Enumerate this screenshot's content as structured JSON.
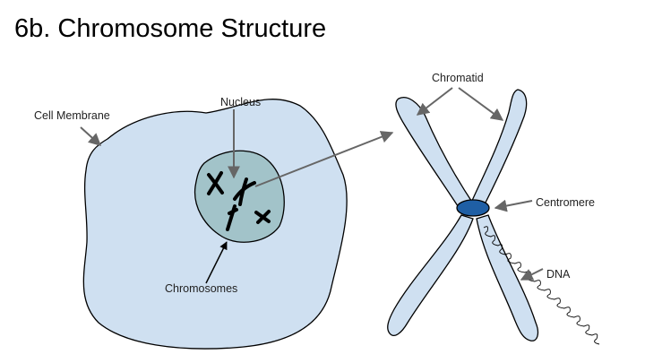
{
  "slide": {
    "title": "6b.  Chromosome Structure"
  },
  "labels": {
    "cell_membrane": "Cell Membrane",
    "nucleus": "Nucleus",
    "chromosomes": "Chromosomes",
    "chromatid": "Chromatid",
    "centromere": "Centromere",
    "dna": "DNA"
  },
  "colors": {
    "cell_fill": "#cfe0f1",
    "nucleus_fill": "#a2c3c9",
    "chromosome_fill": "#cfe0f1",
    "centromere_fill": "#1f5fa5",
    "arrow": "#666666",
    "outline": "#000000"
  }
}
